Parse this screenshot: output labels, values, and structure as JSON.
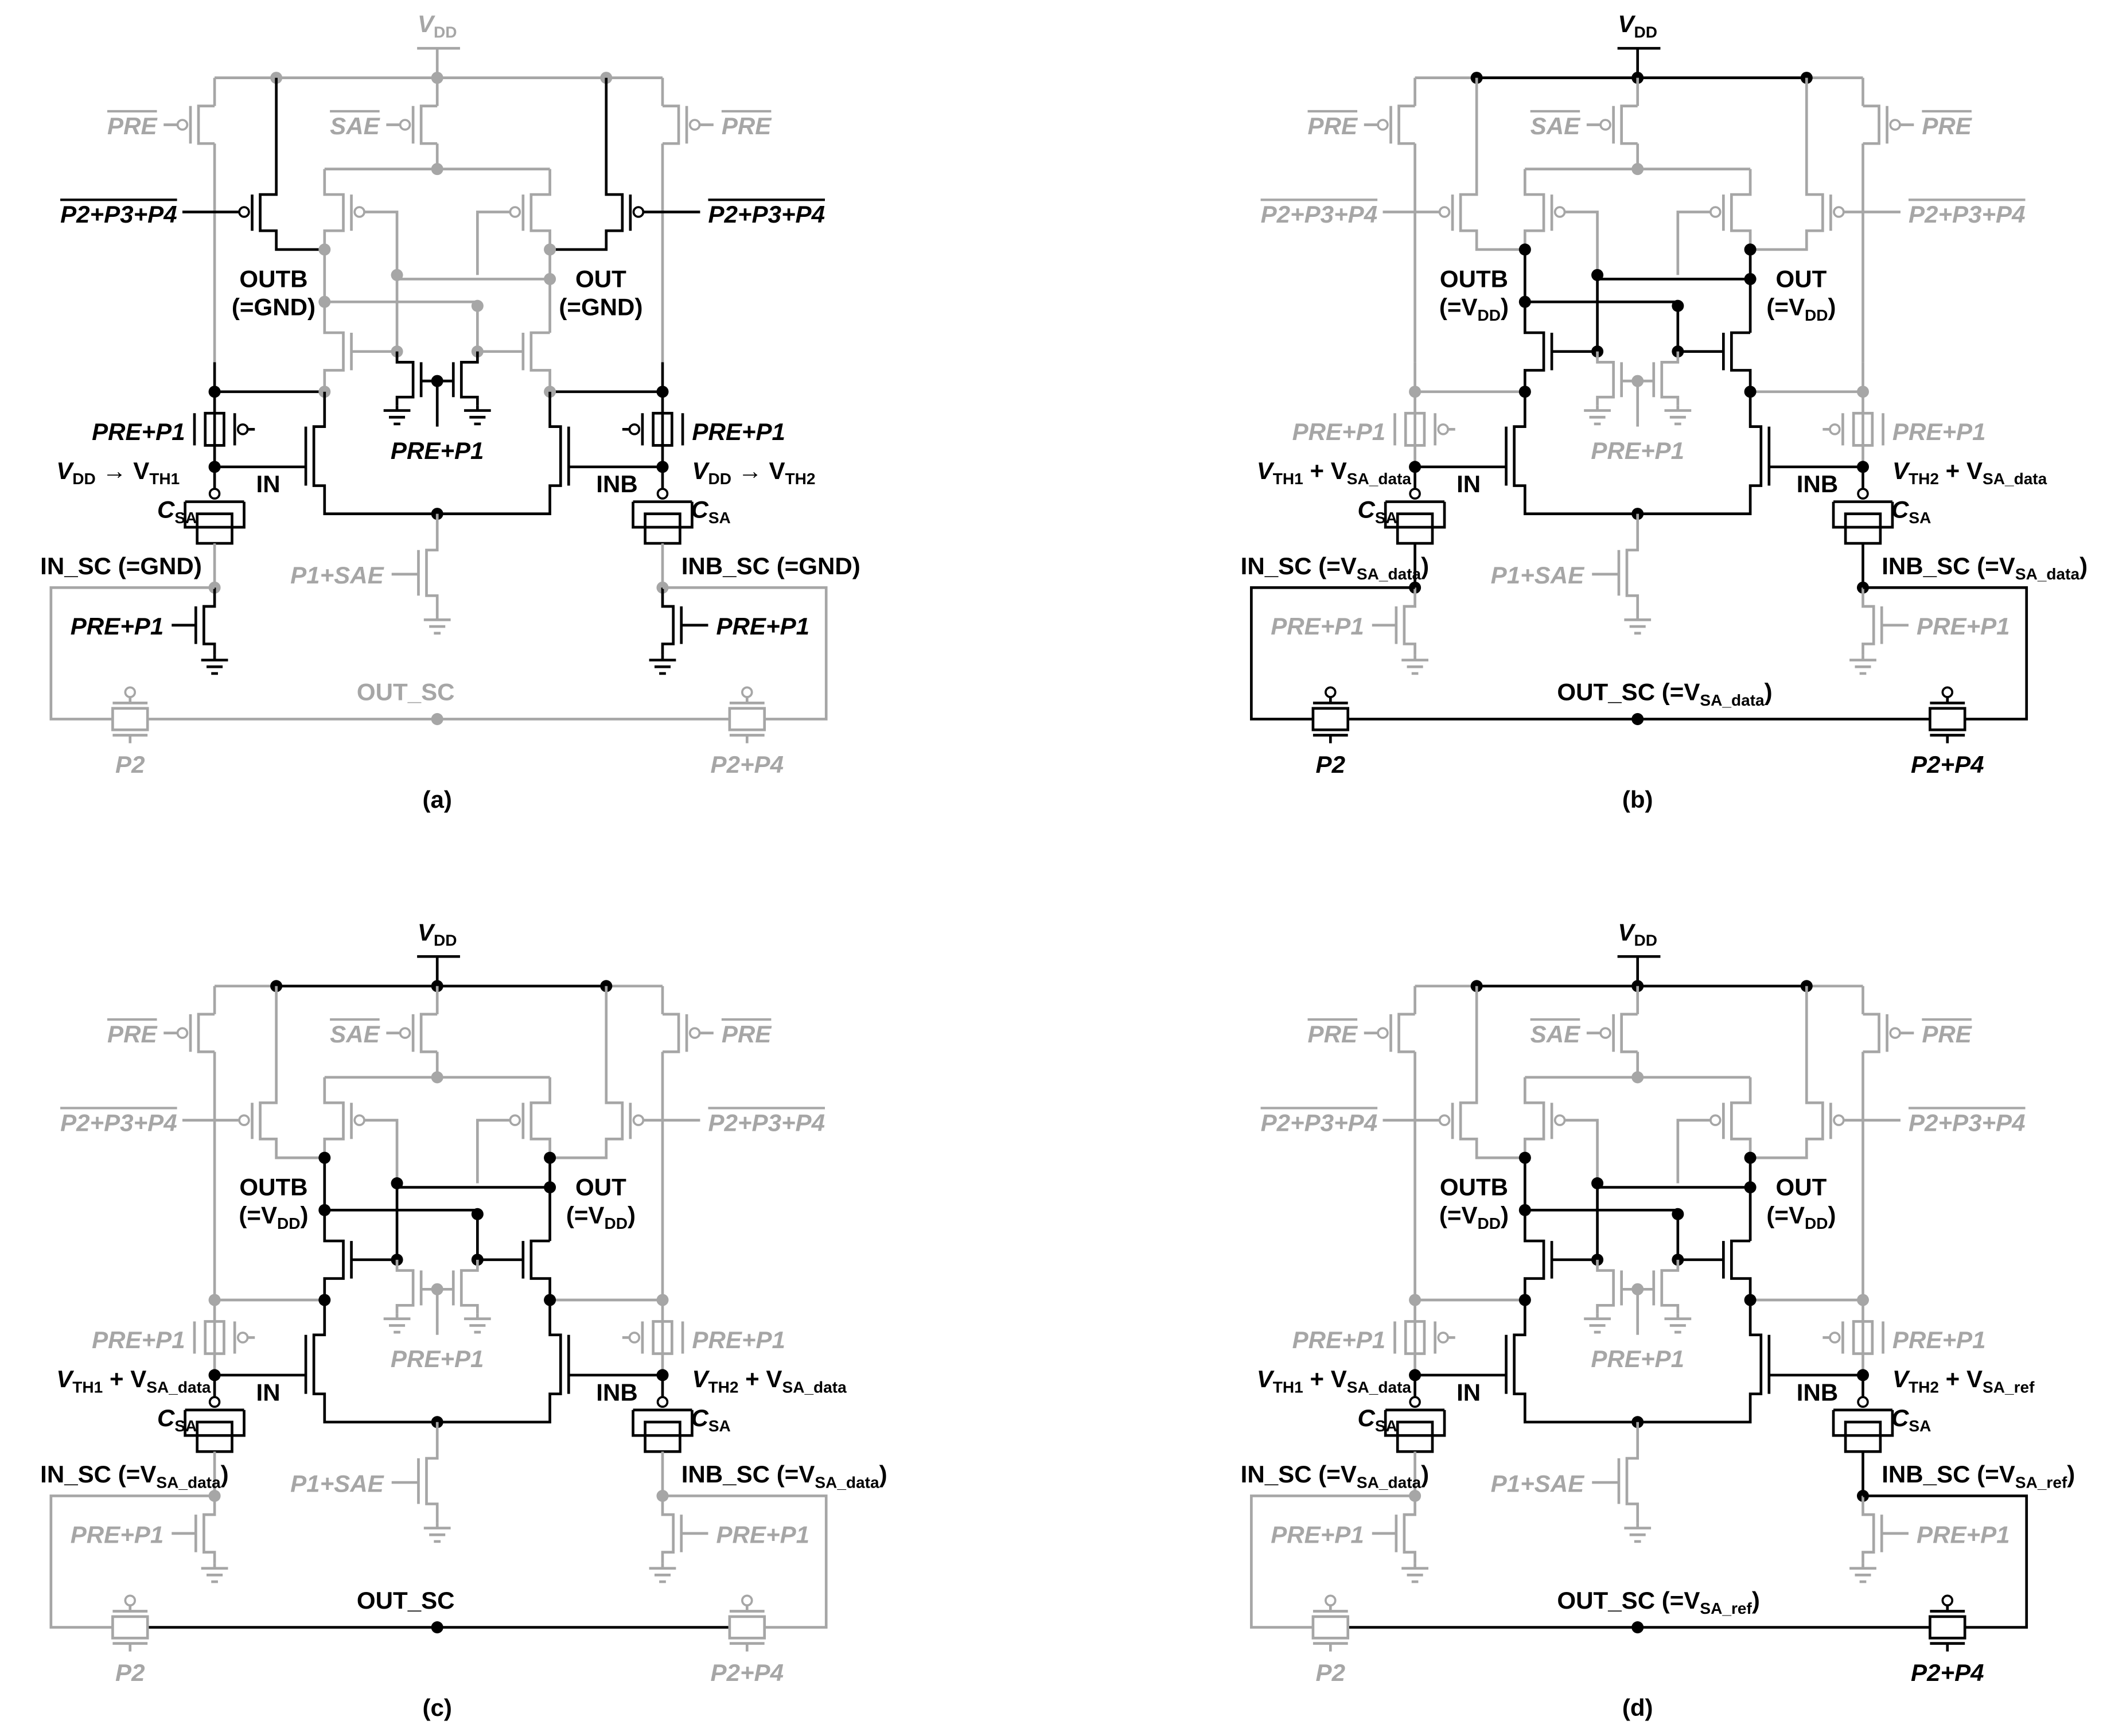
{
  "colors": {
    "active": "#000000",
    "inactive": "#a6a6a6"
  },
  "panels": [
    {
      "caption": "(a)",
      "vdd": "V",
      "vdd_sub": "DD",
      "pre_bar": "PRE",
      "sae_bar": "SAE",
      "p234_bar": "P2+P3+P4",
      "outb": "OUTB",
      "outb_val": "(=GND)",
      "outb_val_pre": "",
      "outb_val_sub": "",
      "outb_val_post": "",
      "out": "OUT",
      "out_val": "(=GND)",
      "out_val_pre": "",
      "out_val_sub": "",
      "out_val_post": "",
      "pre_p1": "PRE+P1",
      "left_v": "V",
      "left_v_sub": "DD",
      "left_v_mid": " → V",
      "left_v_sub2": "TH1",
      "left_v_tail": "",
      "right_v": "V",
      "right_v_sub": "DD",
      "right_v_mid": " → V",
      "right_v_sub2": "TH2",
      "right_v_tail": "",
      "in": "IN",
      "inb": "INB",
      "p1_sae": "P1+SAE",
      "csa": "C",
      "csa_sub": "SA",
      "in_sc": "IN_SC (=GND)",
      "in_sc_sub": "",
      "in_sc_post": "",
      "inb_sc": "INB_SC (=GND)",
      "inb_sc_sub": "",
      "inb_sc_post": "",
      "out_sc": "OUT_SC",
      "out_sc_sub": "",
      "out_sc_post": "",
      "p2": "P2",
      "p2p4": "P2+P4",
      "state": {
        "pull": true,
        "core": false,
        "precharge": true,
        "sw_left": false,
        "sw_right": false,
        "out_sc": false,
        "sc_left": false,
        "sc_right": false
      }
    },
    {
      "caption": "(b)",
      "vdd": "V",
      "vdd_sub": "DD",
      "pre_bar": "PRE",
      "sae_bar": "SAE",
      "p234_bar": "P2+P3+P4",
      "outb": "OUTB",
      "outb_val": "",
      "outb_val_pre": "(=V",
      "outb_val_sub": "DD",
      "outb_val_post": ")",
      "out": "OUT",
      "out_val": "",
      "out_val_pre": "(=V",
      "out_val_sub": "DD",
      "out_val_post": ")",
      "pre_p1": "PRE+P1",
      "left_v": "V",
      "left_v_sub": "TH1",
      "left_v_mid": " + V",
      "left_v_sub2": "SA_data",
      "left_v_tail": "",
      "right_v": "V",
      "right_v_sub": "TH2",
      "right_v_mid": " + V",
      "right_v_sub2": "SA_data",
      "right_v_tail": "",
      "in": "IN",
      "inb": "INB",
      "p1_sae": "P1+SAE",
      "csa": "C",
      "csa_sub": "SA",
      "in_sc": "IN_SC (=V",
      "in_sc_sub": "SA_data",
      "in_sc_post": ")",
      "inb_sc": "INB_SC (=V",
      "inb_sc_sub": "SA_data",
      "inb_sc_post": ")",
      "out_sc": "OUT_SC (=V",
      "out_sc_sub": "SA_data",
      "out_sc_post": ")",
      "p2": "P2",
      "p2p4": "P2+P4",
      "state": {
        "pull": false,
        "core": true,
        "precharge": false,
        "sw_left": true,
        "sw_right": true,
        "out_sc": true,
        "sc_left": true,
        "sc_right": true
      }
    },
    {
      "caption": "(c)",
      "vdd": "V",
      "vdd_sub": "DD",
      "pre_bar": "PRE",
      "sae_bar": "SAE",
      "p234_bar": "P2+P3+P4",
      "outb": "OUTB",
      "outb_val": "",
      "outb_val_pre": "(=V",
      "outb_val_sub": "DD",
      "outb_val_post": ")",
      "out": "OUT",
      "out_val": "",
      "out_val_pre": "(=V",
      "out_val_sub": "DD",
      "out_val_post": ")",
      "pre_p1": "PRE+P1",
      "left_v": "V",
      "left_v_sub": "TH1",
      "left_v_mid": " + V",
      "left_v_sub2": "SA_data",
      "left_v_tail": "",
      "right_v": "V",
      "right_v_sub": "TH2",
      "right_v_mid": " + V",
      "right_v_sub2": "SA_data",
      "right_v_tail": "",
      "in": "IN",
      "inb": "INB",
      "p1_sae": "P1+SAE",
      "csa": "C",
      "csa_sub": "SA",
      "in_sc": "IN_SC (=V",
      "in_sc_sub": "SA_data",
      "in_sc_post": ")",
      "inb_sc": "INB_SC (=V",
      "inb_sc_sub": "SA_data",
      "inb_sc_post": ")",
      "out_sc": "OUT_SC",
      "out_sc_sub": "",
      "out_sc_post": "",
      "p2": "P2",
      "p2p4": "P2+P4",
      "state": {
        "pull": false,
        "core": true,
        "precharge": false,
        "sw_left": false,
        "sw_right": false,
        "out_sc": true,
        "sc_left": false,
        "sc_right": false
      }
    },
    {
      "caption": "(d)",
      "vdd": "V",
      "vdd_sub": "DD",
      "pre_bar": "PRE",
      "sae_bar": "SAE",
      "p234_bar": "P2+P3+P4",
      "outb": "OUTB",
      "outb_val": "",
      "outb_val_pre": "(=V",
      "outb_val_sub": "DD",
      "outb_val_post": ")",
      "out": "OUT",
      "out_val": "",
      "out_val_pre": "(=V",
      "out_val_sub": "DD",
      "out_val_post": ")",
      "pre_p1": "PRE+P1",
      "left_v": "V",
      "left_v_sub": "TH1",
      "left_v_mid": " + V",
      "left_v_sub2": "SA_data",
      "left_v_tail": "",
      "right_v": "V",
      "right_v_sub": "TH2",
      "right_v_mid": " + V",
      "right_v_sub2": "SA_ref",
      "right_v_tail": "",
      "in": "IN",
      "inb": "INB",
      "p1_sae": "P1+SAE",
      "csa": "C",
      "csa_sub": "SA",
      "in_sc": "IN_SC (=V",
      "in_sc_sub": "SA_data",
      "in_sc_post": ")",
      "inb_sc": "INB_SC (=V",
      "inb_sc_sub": "SA_ref",
      "inb_sc_post": ")",
      "out_sc": "OUT_SC (=V",
      "out_sc_sub": "SA_ref",
      "out_sc_post": ")",
      "p2": "P2",
      "p2p4": "P2+P4",
      "state": {
        "pull": false,
        "core": true,
        "precharge": false,
        "sw_left": false,
        "sw_right": true,
        "out_sc": true,
        "sc_left": false,
        "sc_right": true
      }
    }
  ]
}
